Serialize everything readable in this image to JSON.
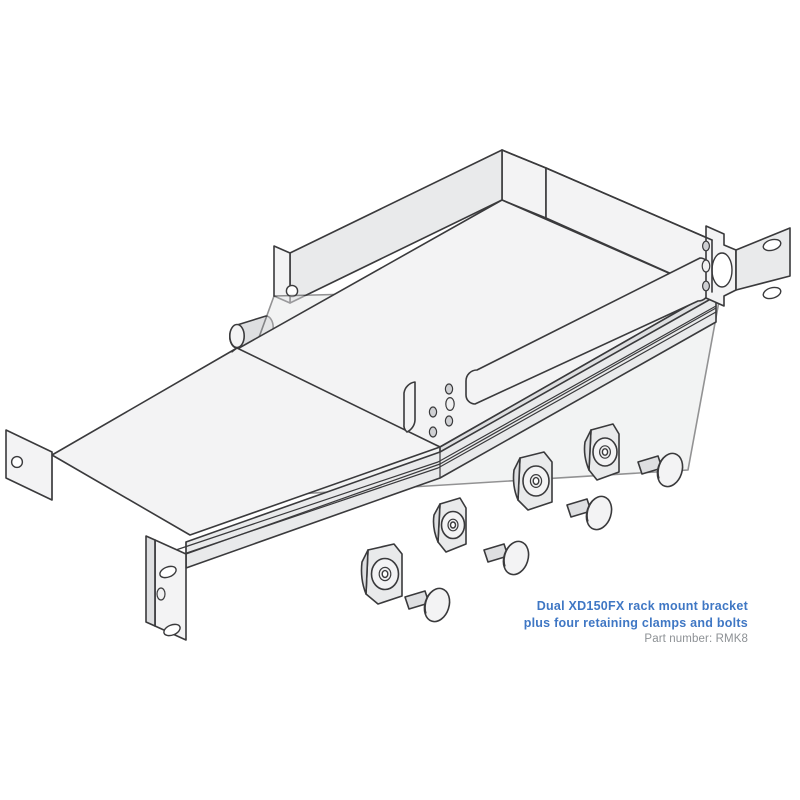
{
  "illustration": {
    "subject": "Dual XD150FX rack mount bracket",
    "view": "isometric exploded technical line drawing",
    "line_color": "#3a3a3c",
    "fill_light": "#f2f2f3",
    "fill_mid": "#e8e9ea",
    "fill_shadow": "#dcdddf",
    "background": "#ffffff"
  },
  "caption": {
    "line1": "Dual XD150FX rack mount bracket",
    "line2": "plus four retaining clamps and bolts",
    "part_line": "Part number: RMK8",
    "title_color": "#3f77c4",
    "part_color": "#8d9195"
  },
  "parts": {
    "bracket": {
      "name": "rack mount bracket tray",
      "features": [
        "front lip with rounded rectangle cutouts",
        "two internal divider walls with round holes",
        "two rear cylindrical pegs",
        "left rack ear with oval slots",
        "right rack ear with oval cutout and two oval rack slots",
        "left flat tab with round hole"
      ]
    },
    "clamps": {
      "name": "retaining clamp",
      "count": 4,
      "description": "rounded plate with raised oval boss and countersunk centre hole plus curved hook tab"
    },
    "bolts": {
      "name": "retaining bolt",
      "count": 4,
      "description": "flat round head thumb bolt with plain shaft"
    }
  }
}
